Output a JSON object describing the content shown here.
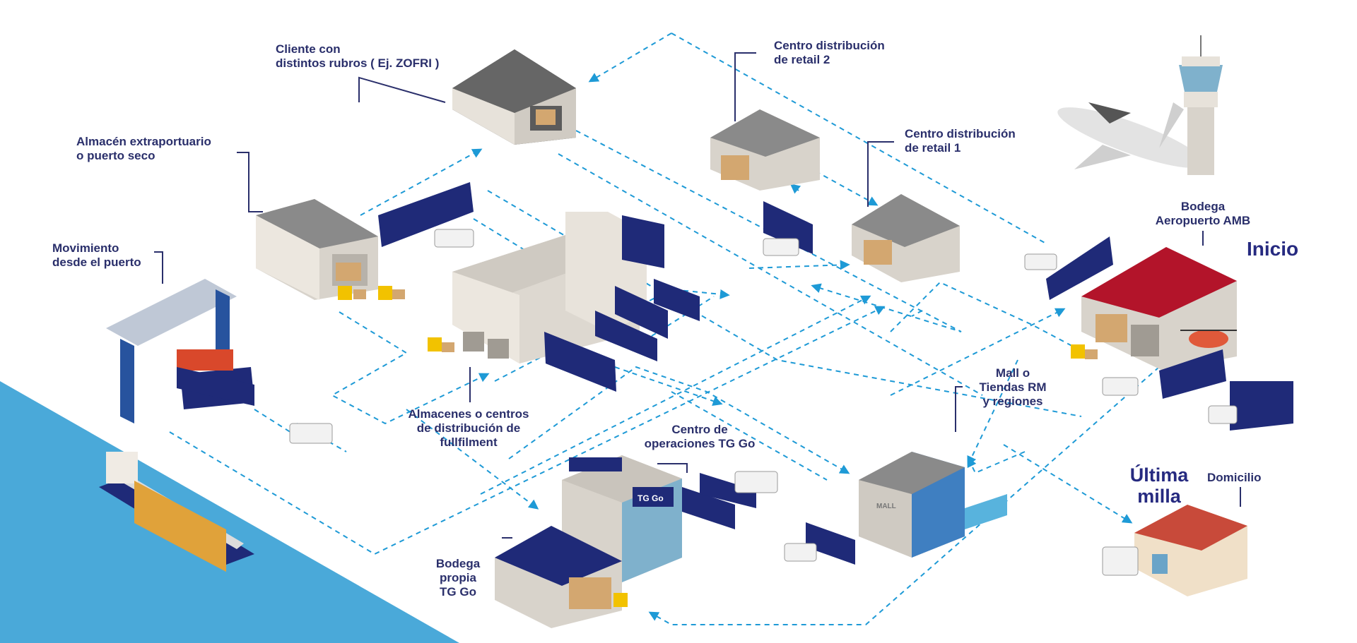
{
  "labels": {
    "cliente": [
      "Cliente con",
      "distintos rubros  ( Ej. ZOFRI )"
    ],
    "almacen_extraportuario": [
      "Almacén extraportuario",
      "o puerto seco"
    ],
    "movimiento_puerto": [
      "Movimiento",
      "desde el puerto"
    ],
    "centro_retail_2": [
      "Centro distribución",
      "de retail  2"
    ],
    "centro_retail_1": [
      "Centro distribución",
      "de retail  1"
    ],
    "bodega_aeropuerto": [
      "Bodega",
      "Aeropuerto AMB"
    ],
    "inicio": "Inicio",
    "almacenes_fullfilment": [
      "Almacenes o centros",
      "de distribución de",
      "fullfilment"
    ],
    "centro_operaciones": [
      "Centro de",
      "operaciones TG Go"
    ],
    "mall": [
      "Mall o",
      "Tiendas RM",
      "y regiones"
    ],
    "ultima_milla": [
      "Última",
      "milla"
    ],
    "domicilio": "Domicilio",
    "bodega_propia": [
      "Bodega",
      "propia",
      "TG Go"
    ]
  },
  "brand": {
    "logo_text": "TG Go",
    "mall_sign": "MALL"
  },
  "colors": {
    "navy": "#1f2a78",
    "label": "#2a2f6b",
    "accent_dashed": "#1e9ad6",
    "sea": "#4aa9d9",
    "roof_grey": "#8a8a8a",
    "roof_dark": "#555555",
    "roof_red": "#b3142a",
    "wall": "#e7e2da"
  }
}
